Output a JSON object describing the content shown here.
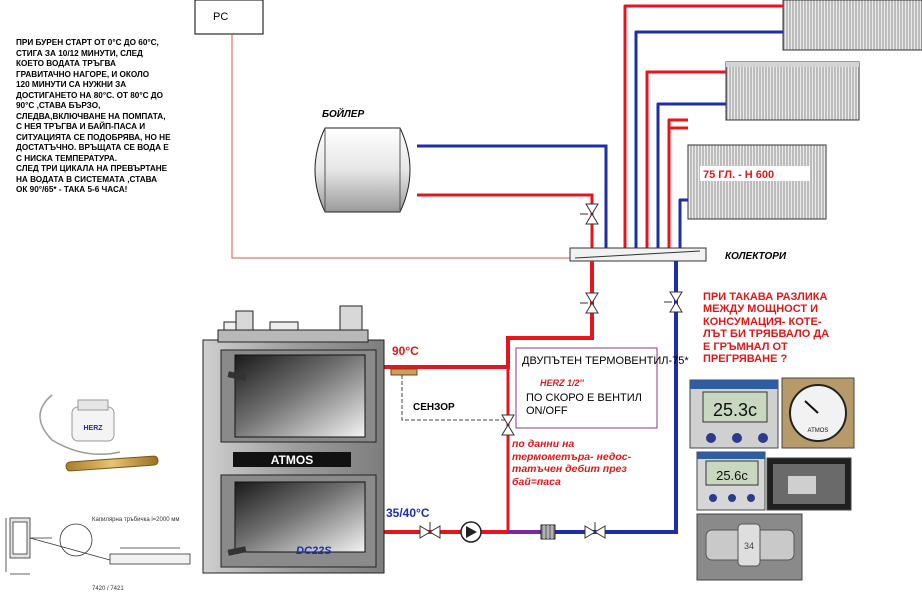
{
  "colors": {
    "hot": "#e8141c",
    "cold": "#1c2fa8",
    "red_text": "#e01818",
    "purple_box": "#8a3a8a"
  },
  "labels": {
    "pc": "PC",
    "boiler": "БОЙЛЕР",
    "collectors": "КОЛЕКТОРИ",
    "sensor": "СЕНЗОР",
    "temp_hot": "90°C",
    "temp_return": "35/40°C",
    "boiler_brand": "ATMOS",
    "boiler_model": "DC22S",
    "radiator_spec": "75 ГЛ. - Н 600",
    "valve_title": "ДВУПЪТЕН ТЕРМОВЕНТИЛ-75*",
    "valve_brand": "HERZ  1/2''",
    "valve_note": "ПО СКОРО Е ВЕНТИЛ ON/OFF",
    "thermo_brand": "ATMOS",
    "lcd1": "25.3c",
    "lcd2": "25.6c",
    "pipe_label": "Капилярна тръбичка l=2000 мм",
    "model_code": "7420 / 7421",
    "herz_head": "HERZ"
  },
  "notes": {
    "start": [
      "ПРИ БУРЕН СТАРТ ОТ 0°С ДО 60°С,",
      "СТИГА ЗА 10/12 МИНУТИ, СЛЕД",
      "КОЕТО ВОДАТА ТРЪГВА",
      "ГРАВИТАЧНО НАГОРЕ, И  ОКОЛО",
      "120 МИНУТИ  СА НУЖНИ ЗА",
      "ДОСТИГАНЕТО НА 80°С. ОТ 80°С ДО",
      "90°С ,СТАВА БЪРЗО,",
      "СЛЕДВА,ВКЛЮЧВАНЕ НА ПОМПАТА,",
      "С НЕЯ ТРЪГВА И БАЙП-ПАСА И",
      "СИТУАЦИЯТА СЕ ПОДОБРЯВА, НО НЕ",
      "ДОСТАТЪЧНО.  ВРЪЩАТА СЕ ВОДА Е",
      "С НИСКА ТЕМПЕРАТУРА.",
      "СЛЕД  ТРИ ЦИКАЛА НА ПРЕВЪРТАНЕ",
      "НА ВОДАТА  В СИСТЕМАТА ,СТАВА",
      "ОК 90°/65* - ТАКА 5-6 ЧАСА!"
    ],
    "overheat": [
      "ПРИ ТАКАВА РАЗЛИКА",
      "МЕЖДУ МОЩНОСТ И",
      "КОНСУМАЦИЯ- КОТЕ-",
      "ЛЪТ БИ ТРЯБВАЛО ДА",
      "Е ГРЪМНАЛ  ОТ",
      "ПРЕГРЯВАНЕ ?"
    ],
    "flow": [
      "по данни на",
      "термометъра- недос-",
      "татъчен дебит през",
      "бай=паса"
    ]
  }
}
